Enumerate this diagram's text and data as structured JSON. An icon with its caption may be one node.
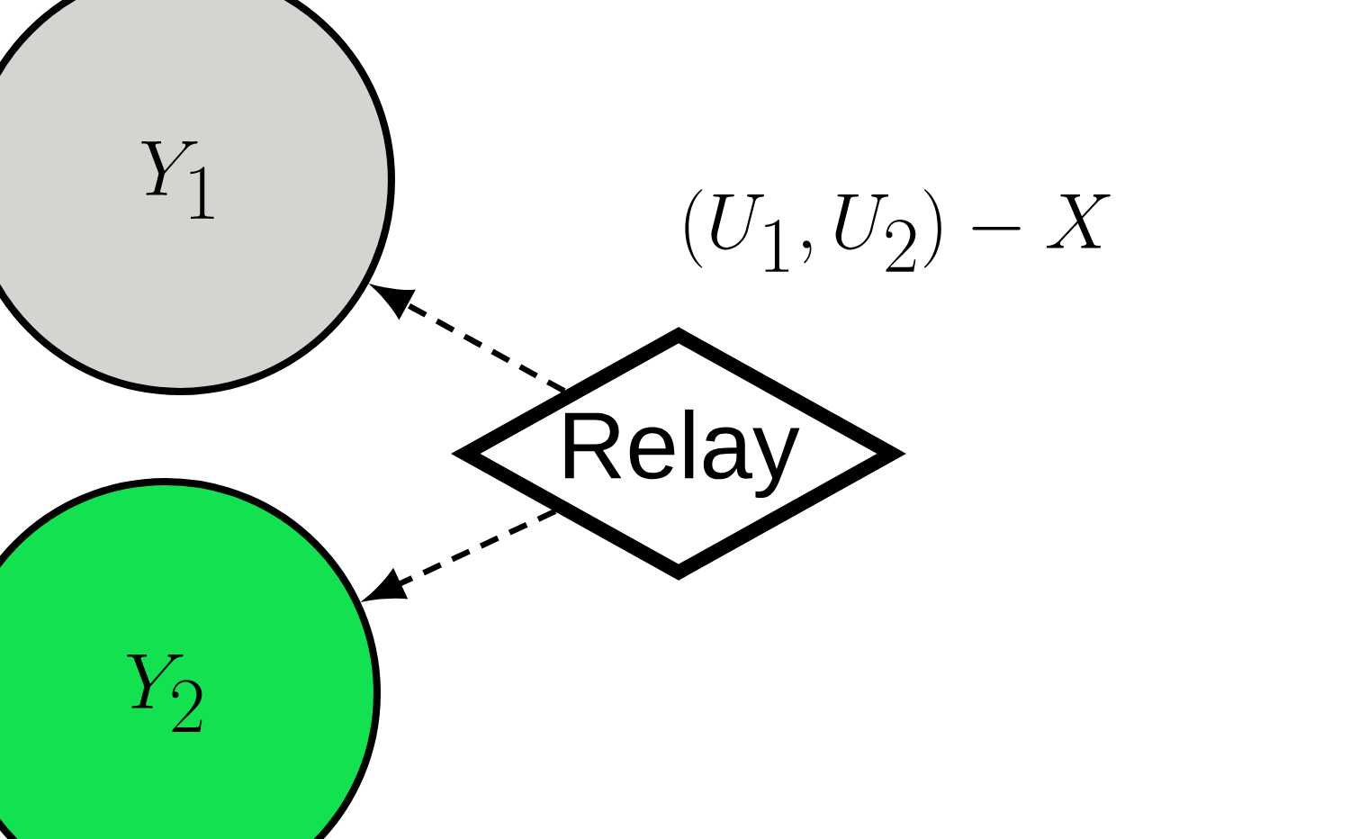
{
  "diagram": {
    "nodes": [
      {
        "text": [
          "Y_1"
        ]
      },
      {
        "text": [
          "Y_2"
        ]
      },
      {
        "text": [
          "Relay"
        ]
      }
    ],
    "edges": [
      {
        "from": 2,
        "to": 0,
        "arrow": "to",
        "style": "dashed"
      },
      {
        "from": 2,
        "to": 1,
        "arrow": "to",
        "style": "dashed"
      }
    ],
    "labels": [
      "(U_1, U_2) - X"
    ]
  }
}
